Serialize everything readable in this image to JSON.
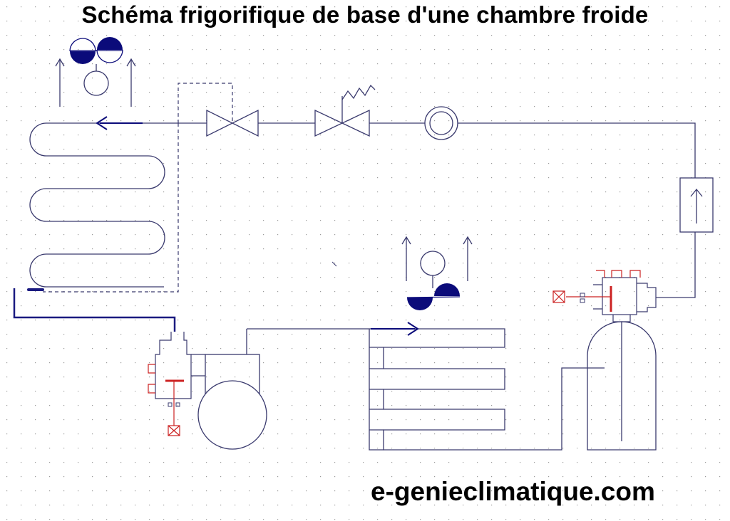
{
  "title": "Schéma frigorifique de base d'une chambre froide",
  "website": "e-genieclimatique.com",
  "colors": {
    "background": "#ffffff",
    "grid_dots": "#9a9a9a",
    "pipe_line": "#3a3a6e",
    "fan_blade": "#0b0b7a",
    "bold_pipe": "#1a1a80",
    "valve_red": "#cc2222",
    "text": "#000000"
  },
  "components": [
    {
      "name": "evaporator-coil",
      "icon": "serpentine-coil"
    },
    {
      "name": "evaporator-fan",
      "icon": "fan-icon"
    },
    {
      "name": "thermostatic-expansion-valve",
      "icon": "valve-icon"
    },
    {
      "name": "solenoid-valve",
      "icon": "solenoid-valve-icon"
    },
    {
      "name": "sight-glass",
      "icon": "sight-glass-icon"
    },
    {
      "name": "filter-drier",
      "icon": "filter-drier-icon"
    },
    {
      "name": "liquid-receiver",
      "icon": "receiver-icon"
    },
    {
      "name": "condenser-coil",
      "icon": "serpentine-coil"
    },
    {
      "name": "condenser-fan",
      "icon": "fan-icon"
    },
    {
      "name": "compressor",
      "icon": "compressor-icon"
    },
    {
      "name": "pressostat-lp",
      "icon": "pressure-switch-icon"
    },
    {
      "name": "pressostat-hp",
      "icon": "pressure-switch-icon"
    }
  ]
}
